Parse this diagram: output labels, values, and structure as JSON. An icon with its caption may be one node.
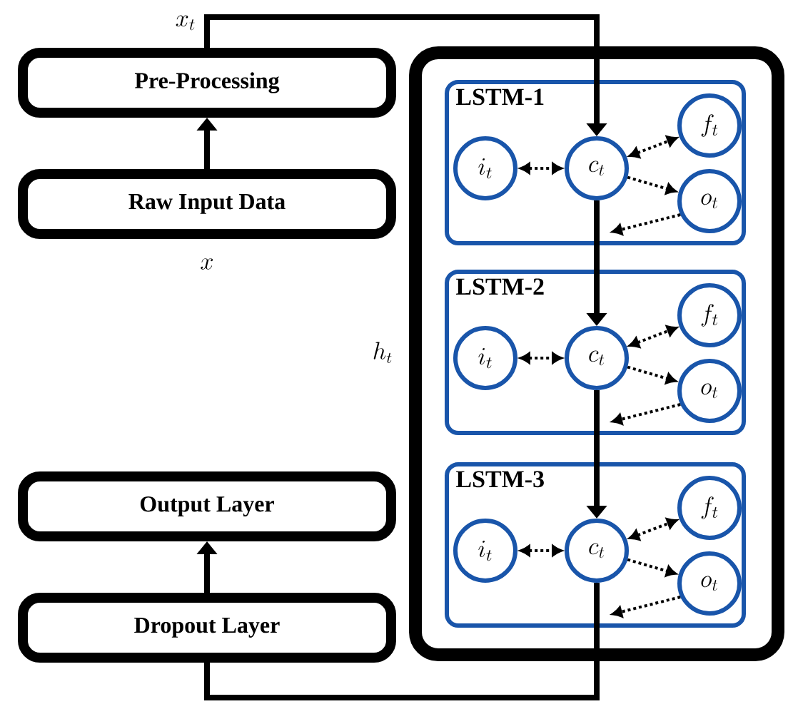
{
  "diagram": {
    "nodes": [
      {
        "text": [
          "Pre-Processing"
        ],
        "beside": [
          "x_t"
        ]
      },
      {
        "text": [
          "Raw Input Data"
        ],
        "beside": [
          "x"
        ]
      },
      {
        "text": [
          "Output Layer"
        ]
      },
      {
        "text": [
          "Dropout Layer"
        ]
      },
      {
        "text": [],
        "shape": "box"
      },
      {
        "text": [
          "LSTM-1"
        ],
        "in": 4
      },
      {
        "text": [
          "i_t"
        ],
        "in": 5
      },
      {
        "text": [
          "c_t"
        ],
        "in": 5
      },
      {
        "text": [
          "f_t"
        ],
        "in": 5
      },
      {
        "text": [
          "o_t"
        ],
        "in": 5
      },
      {
        "text": [
          "LSTM-2"
        ],
        "in": 4
      },
      {
        "text": [
          "i_t"
        ],
        "in": 10
      },
      {
        "text": [
          "c_t"
        ],
        "in": 10
      },
      {
        "text": [
          "f_t"
        ],
        "in": 10
      },
      {
        "text": [
          "o_t"
        ],
        "in": 10
      },
      {
        "text": [
          "LSTM-3"
        ],
        "in": 4
      },
      {
        "text": [
          "i_t"
        ],
        "in": 15
      },
      {
        "text": [
          "c_t"
        ],
        "in": 15
      },
      {
        "text": [
          "f_t"
        ],
        "in": 15
      },
      {
        "text": [
          "o_t"
        ],
        "in": 15
      }
    ],
    "edges": [
      {
        "from": 1,
        "to": 0,
        "arrow": "to",
        "style": "thick"
      },
      {
        "from": 3,
        "to": 2,
        "arrow": "to",
        "style": "thick"
      },
      {
        "from": 0,
        "to": 7,
        "arrow": "to",
        "style": "thick"
      },
      {
        "from": 7,
        "to": 12,
        "arrow": "to",
        "style": "thick"
      },
      {
        "from": 12,
        "to": 17,
        "arrow": "to",
        "style": "thick"
      },
      {
        "from": 17,
        "to": 3,
        "arrow": "none",
        "style": "thick"
      },
      {
        "from": 6,
        "to": 7,
        "arrow": "both",
        "style": "dashed"
      },
      {
        "from": 7,
        "to": 8,
        "arrow": "both",
        "style": "dashed"
      },
      {
        "from": 7,
        "to": 9,
        "arrow": "to",
        "style": "dashed"
      },
      {
        "from": 9,
        "to": null,
        "arrow": "to",
        "style": "dashed"
      },
      {
        "from": 11,
        "to": 12,
        "arrow": "both",
        "style": "dashed"
      },
      {
        "from": 12,
        "to": 13,
        "arrow": "both",
        "style": "dashed"
      },
      {
        "from": 12,
        "to": 14,
        "arrow": "to",
        "style": "dashed"
      },
      {
        "from": 14,
        "to": null,
        "arrow": "to",
        "style": "dashed"
      },
      {
        "from": 16,
        "to": 17,
        "arrow": "both",
        "style": "dashed"
      },
      {
        "from": 17,
        "to": 18,
        "arrow": "both",
        "style": "dashed"
      },
      {
        "from": 17,
        "to": 19,
        "arrow": "to",
        "style": "dashed"
      },
      {
        "from": 19,
        "to": null,
        "arrow": "to",
        "style": "dashed"
      }
    ],
    "labels": [
      "h_t"
    ]
  }
}
